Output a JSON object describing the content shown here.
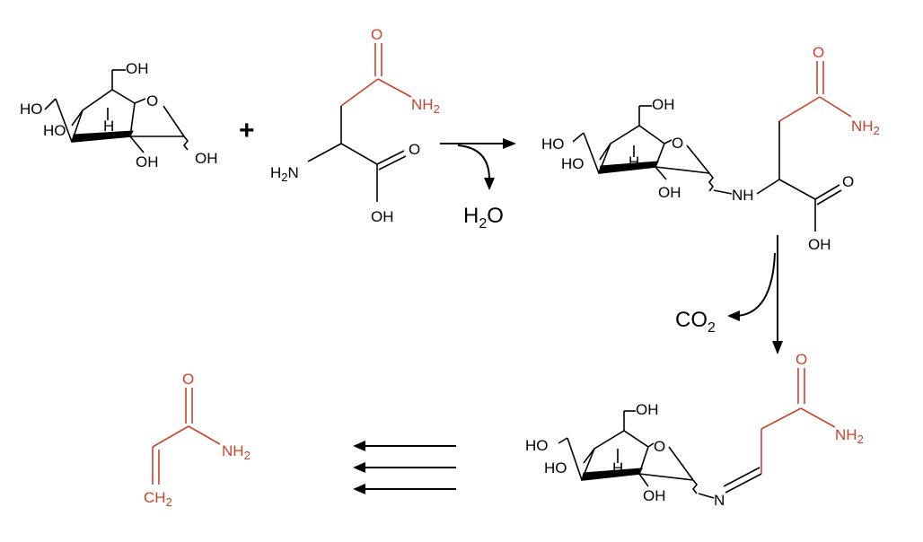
{
  "colors": {
    "amide_fragment": "#c8442a",
    "default": "#000000"
  },
  "glucose": {
    "oh6": "OH",
    "ho4": "HO",
    "ho3": "HO",
    "oh2": "OH",
    "oh1": "OH",
    "ring_o": "O",
    "h": "H"
  },
  "plus": "+",
  "asparagine": {
    "o_amide": "O",
    "nh2": "NH",
    "nh2_sub": "2",
    "h2n_main": "H",
    "h2n_sub": "2",
    "h2n_end": "N",
    "o_acid": "O",
    "oh_acid": "OH"
  },
  "water": {
    "h": "H",
    "sub": "2",
    "o": "O"
  },
  "glycosylamine": {
    "oh6": "OH",
    "ho4": "HO",
    "ho3": "HO",
    "oh2": "OH",
    "ring_o": "O",
    "h": "H",
    "nh": "NH",
    "o_amide": "O",
    "nh2": "NH",
    "nh2_sub": "2",
    "o_acid": "O",
    "oh_acid": "OH"
  },
  "co2": {
    "c": "CO",
    "sub": "2"
  },
  "schiff_base": {
    "oh6": "OH",
    "ho4": "HO",
    "ho3": "HO",
    "oh2": "OH",
    "ring_o": "O",
    "h": "H",
    "n": "N",
    "o_amide": "O",
    "nh2": "NH",
    "nh2_sub": "2"
  },
  "acrylamide": {
    "o": "O",
    "nh2": "NH",
    "nh2_sub": "2",
    "ch2": "CH",
    "ch2_sub": "2"
  }
}
